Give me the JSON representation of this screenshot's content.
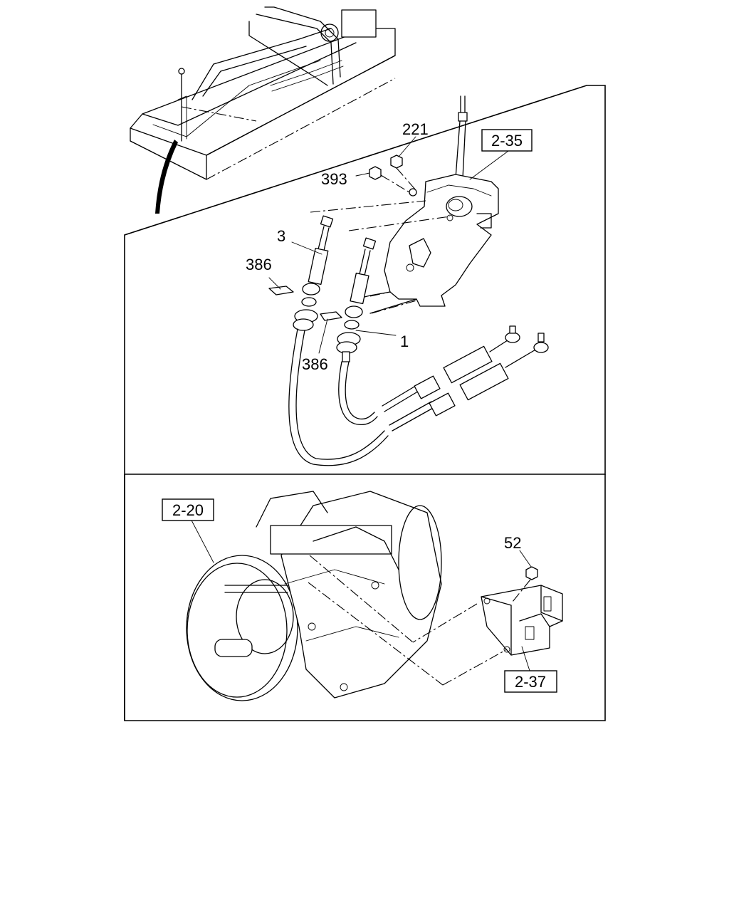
{
  "diagram": {
    "callouts": {
      "c221": "221",
      "c393": "393",
      "c3": "3",
      "c386a": "386",
      "c386b": "386",
      "c1": "1",
      "c52": "52"
    },
    "refs": {
      "r235": "2-35",
      "r220": "2-20",
      "r237": "2-37"
    }
  }
}
